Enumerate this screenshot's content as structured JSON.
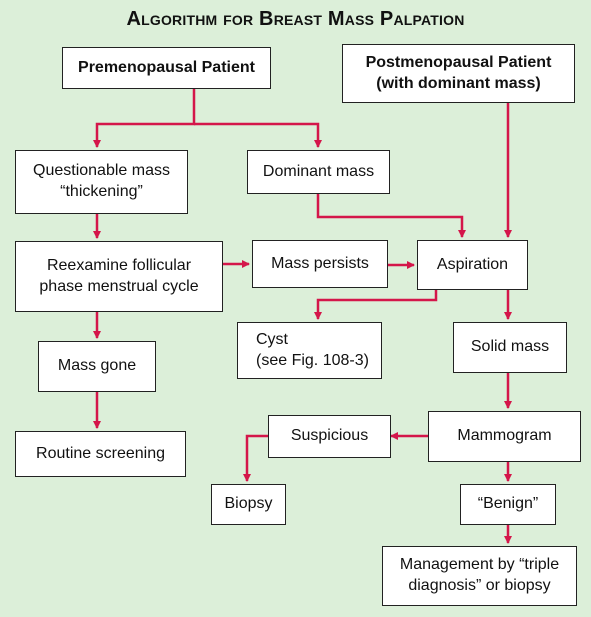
{
  "title": "Algorithm for Breast Mass Palpation",
  "boxes": {
    "premenopausal": "Premenopausal Patient",
    "postmenopausal": "Postmenopausal Patient\n(with dominant mass)",
    "questionable": "Questionable mass\n“thickening”",
    "dominant": "Dominant mass",
    "reexamine": "Reexamine follicular\nphase menstrual cycle",
    "persists": "Mass persists",
    "aspiration": "Aspiration",
    "cyst": "Cyst\n(see Fig. 108-3)",
    "solid": "Solid mass",
    "gone": "Mass gone",
    "routine": "Routine screening",
    "suspicious": "Suspicious",
    "mammogram": "Mammogram",
    "biopsy": "Biopsy",
    "benign": "“Benign”",
    "management": "Management by “triple\ndiagnosis” or biopsy"
  },
  "colors": {
    "background": "#dcefd9",
    "arrow": "#d4164a",
    "box_border": "#222222"
  }
}
